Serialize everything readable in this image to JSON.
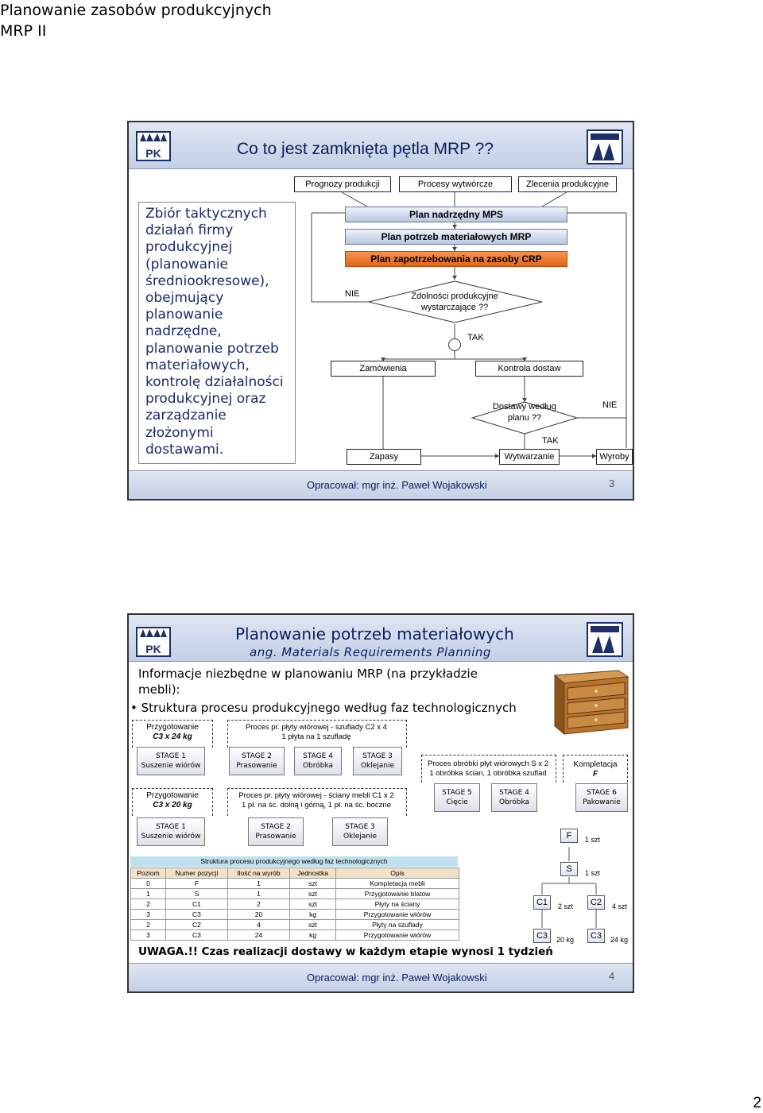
{
  "doc": {
    "title_line1": "Planowanie zasobów produkcyjnych",
    "title_line2": "MRP II",
    "page_number": "2"
  },
  "slide1": {
    "title": "Co to jest zamknięta pętla MRP ??",
    "body": "Zbiór taktycznych działań firmy produkcyjnej (planowanie średniookresowe), obejmujący planowanie nadrzędne, planowanie potrzeb materiałowych, kontrolę działalności produkcyjnej oraz zarządzanie złożonymi dostawami.",
    "diagram": {
      "top_inputs": [
        "Prognozy produkcji",
        "Procesy wytwórcze",
        "Zlecenia produkcyjne"
      ],
      "mps": "Plan nadrzędny MPS",
      "mrp": "Plan potrzeb materiałowych MRP",
      "crp": "Plan zapotrzebowania na zasoby CRP",
      "decision1": "Zdolności produkcyjne wystarczające ??",
      "nie1": "NIE",
      "tak1": "TAK",
      "zamowienia": "Zamówienia",
      "kontrola": "Kontrola dostaw",
      "decision2": "Dostawy według planu ??",
      "nie2": "NIE",
      "tak2": "TAK",
      "zapasy": "Zapasy",
      "wytwarzanie": "Wytwarzanie",
      "wyroby": "Wyroby"
    },
    "footer_author": "Opracował: mgr inż. Paweł Wojakowski",
    "slide_number": "3"
  },
  "slide2": {
    "title": "Planowanie potrzeb materiałowych",
    "subtitle": "ang. Materials Requirements Planning",
    "intro": "Informacje niezbędne w planowaniu MRP (na przykładzie mebli):",
    "bullet": "Struktura procesu produkcyjnego według faz technologicznych",
    "proc_labels": {
      "prep1_l1": "Przygotowanie",
      "prep1_l2": "C3 x 24 kg",
      "proc1_l1": "Proces pr. płyty wiórowej - szuflady C2 x 4",
      "proc1_l2": "1 płyta na 1 szufladę",
      "proc3_l1": "Proces obróbki płyt wiórowych S x 2",
      "proc3_l2": "1 obróbka ścian, 1 obróbka szuflad",
      "komp_l1": "Kompletacja",
      "komp_l2": "F",
      "prep2_l1": "Przygotowanie",
      "prep2_l2": "C3 x 20 kg",
      "proc2_l1": "Proces pr. płyty wiórowej - ściany mebli C1 x 2",
      "proc2_l2": "1 pł. na śc. dolną i górną, 1 pł. na śc. boczne"
    },
    "stages": [
      {
        "stage": "STAGE 1",
        "name": "Suszenie wiórów"
      },
      {
        "stage": "STAGE 2",
        "name": "Prasowanie"
      },
      {
        "stage": "STAGE 4",
        "name": "Obróbka"
      },
      {
        "stage": "STAGE 3",
        "name": "Oklejanie"
      },
      {
        "stage": "STAGE 5",
        "name": "Cięcie"
      },
      {
        "stage": "STAGE 4",
        "name": "Obróbka"
      },
      {
        "stage": "STAGE 6",
        "name": "Pakowanie"
      },
      {
        "stage": "STAGE 1",
        "name": "Suszenie wiórów"
      },
      {
        "stage": "STAGE 2",
        "name": "Prasowanie"
      },
      {
        "stage": "STAGE 3",
        "name": "Oklejanie"
      }
    ],
    "table": {
      "caption": "Struktura procesu produkcyjnego według faz technologicznych",
      "headers": [
        "Poziom",
        "Numer pozycji",
        "Ilość na wyrób",
        "Jednostka",
        "Opis"
      ],
      "rows": [
        [
          "0",
          "F",
          "1",
          "szt",
          "Kompletacja mebli"
        ],
        [
          "1",
          "S",
          "1",
          "szt",
          "Przygotowanie blatów"
        ],
        [
          "2",
          "C1",
          "2",
          "szt",
          "Płyty na ściany"
        ],
        [
          "3",
          "C3",
          "20",
          "kg",
          "Przygotowanie wiórów"
        ],
        [
          "2",
          "C2",
          "4",
          "szt",
          "Płyty na szuflady"
        ],
        [
          "3",
          "C3",
          "24",
          "kg",
          "Przygotowanie wiórów"
        ]
      ]
    },
    "tree": {
      "F": "F",
      "F_qty": "1 szt",
      "S": "S",
      "S_qty": "1 szt",
      "C1": "C1",
      "C1_qty": "2 szt",
      "C2": "C2",
      "C2_qty": "4 szt",
      "C3a": "C3",
      "C3a_qty": "20 kg",
      "C3b": "C3",
      "C3b_qty": "24 kg"
    },
    "warning": "UWAGA.!! Czas realizacji dostawy w każdym etapie wynosi 1 tydzień",
    "footer_author": "Opracował: mgr inż. Paweł Wojakowski",
    "slide_number": "4"
  }
}
